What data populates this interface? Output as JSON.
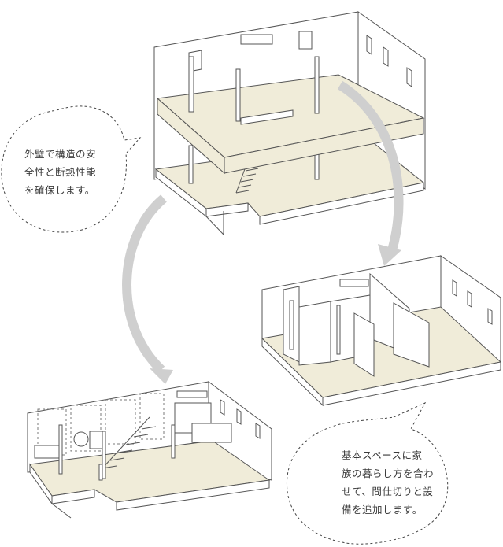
{
  "bubbles": {
    "exterior": {
      "lines": [
        "外壁で構造の安",
        "全性と断熱性能",
        "を確保します。"
      ]
    },
    "interior": {
      "lines": [
        "基本スペースに家",
        "族の暮らし方を合わ",
        "せて、間仕切りと設",
        "備を追加します。"
      ]
    }
  },
  "colors": {
    "floor": "#f0ecd9",
    "line": "#555555",
    "arrow": "#cfcfcf",
    "dashed": "#7a7a7a"
  }
}
